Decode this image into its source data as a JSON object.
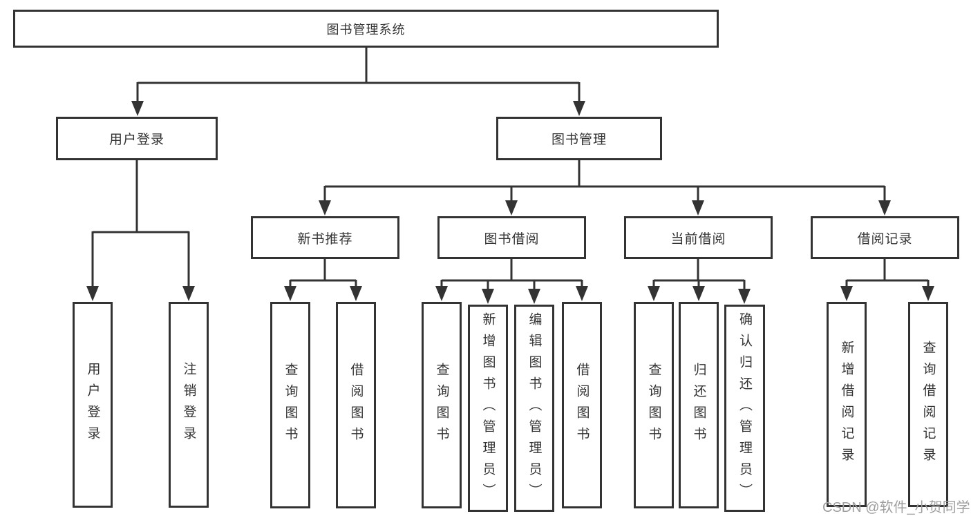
{
  "diagram": {
    "root": {
      "label": "图书管理系统",
      "children": [
        {
          "label": "用户登录",
          "children": [
            {
              "label": "用户登录"
            },
            {
              "label": "注销登录"
            }
          ]
        },
        {
          "label": "图书管理",
          "children": [
            {
              "label": "新书推荐",
              "children": [
                {
                  "label": "查询图书"
                },
                {
                  "label": "借阅图书"
                }
              ]
            },
            {
              "label": "图书借阅",
              "children": [
                {
                  "label": "查询图书"
                },
                {
                  "label": "新增图书（管理员）"
                },
                {
                  "label": "编辑图书（管理员）"
                },
                {
                  "label": "借阅图书"
                }
              ]
            },
            {
              "label": "当前借阅",
              "children": [
                {
                  "label": "查询图书"
                },
                {
                  "label": "归还图书"
                },
                {
                  "label": "确认归还（管理员）"
                }
              ]
            },
            {
              "label": "借阅记录",
              "children": [
                {
                  "label": "新增借阅记录"
                },
                {
                  "label": "查询借阅记录"
                }
              ]
            }
          ]
        }
      ]
    }
  },
  "icons": {
    "arrowhead": "filled-triangle-down"
  },
  "colors": {
    "line": "#333333",
    "text": "#333333",
    "box_background": "#ffffff",
    "page_background": "#ffffff",
    "watermark": "#9f9f9f"
  },
  "watermark": {
    "text": "CSDN @软件_小贺同学"
  }
}
